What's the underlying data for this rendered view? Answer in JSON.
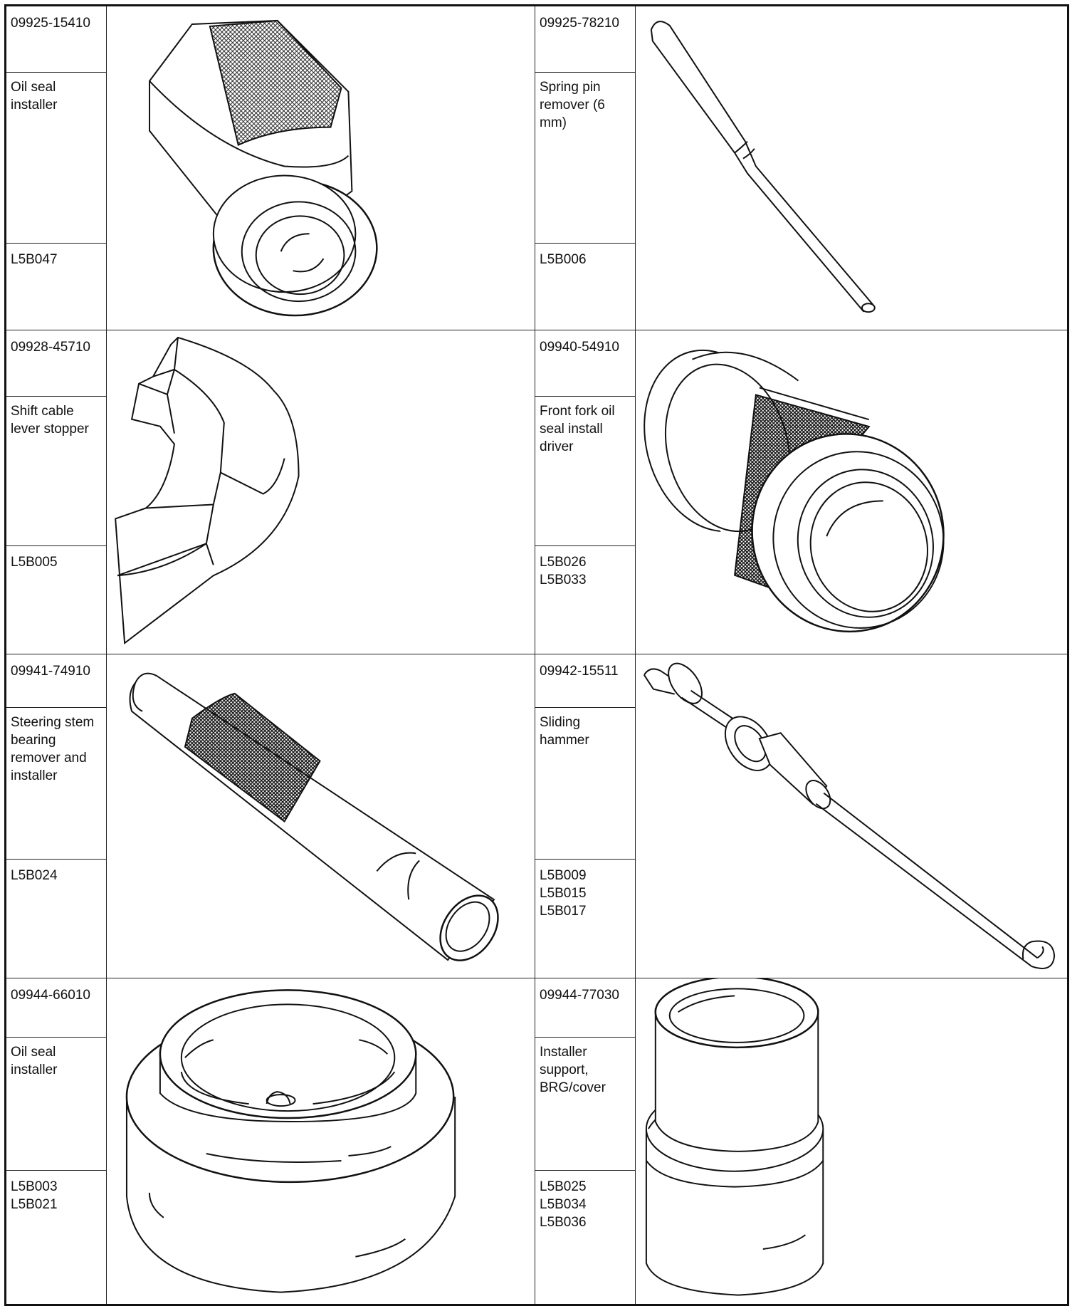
{
  "tools": [
    {
      "part_number": "09925-15410",
      "description": "Oil seal installer",
      "ref_codes": [
        "L5B047"
      ],
      "icon": "oil-seal-installer-icon"
    },
    {
      "part_number": "09925-78210",
      "description": "Spring pin remover (6 mm)",
      "ref_codes": [
        "L5B006"
      ],
      "icon": "spring-pin-remover-icon"
    },
    {
      "part_number": "09928-45710",
      "description": "Shift cable lever stopper",
      "ref_codes": [
        "L5B005"
      ],
      "icon": "shift-cable-lever-stopper-icon"
    },
    {
      "part_number": "09940-54910",
      "description": "Front fork oil seal install driver",
      "ref_codes": [
        "L5B026",
        "L5B033"
      ],
      "icon": "front-fork-oil-seal-driver-icon"
    },
    {
      "part_number": "09941-74910",
      "description": "Steering stem bearing remover and installer",
      "ref_codes": [
        "L5B024"
      ],
      "icon": "steering-stem-bearing-tool-icon"
    },
    {
      "part_number": "09942-15511",
      "description": "Sliding hammer",
      "ref_codes": [
        "L5B009",
        "L5B015",
        "L5B017"
      ],
      "icon": "sliding-hammer-icon"
    },
    {
      "part_number": "09944-66010",
      "description": "Oil seal installer",
      "ref_codes": [
        "L5B003",
        "L5B021"
      ],
      "icon": "oil-seal-installer-ring-icon"
    },
    {
      "part_number": "09944-77030",
      "description": "Installer support, BRG/cover",
      "ref_codes": [
        "L5B025",
        "L5B034",
        "L5B036"
      ],
      "icon": "installer-support-icon"
    }
  ]
}
